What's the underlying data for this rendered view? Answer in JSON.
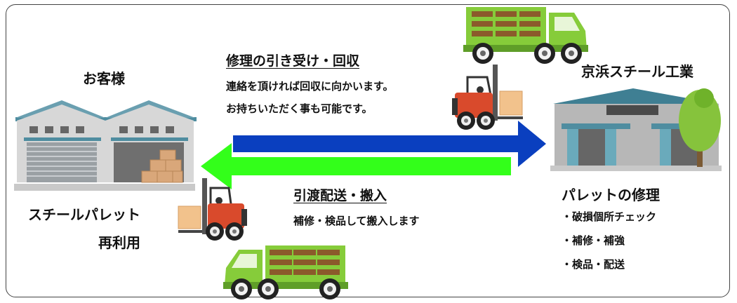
{
  "customer": {
    "title": "お客様",
    "reuse_line1": "スチールパレット",
    "reuse_line2": "再利用"
  },
  "factory": {
    "title": "京浜スチール工業"
  },
  "pickup": {
    "heading": "修理の引き受け・回収",
    "line1": "連絡を頂ければ回収に向かいます。",
    "line2": "お持ちいただく事も可能です。"
  },
  "delivery": {
    "heading": "引渡配送・搬入",
    "line1": "補修・検品して搬入します"
  },
  "repair": {
    "heading": "パレットの修理",
    "items": [
      "・破損個所チェック",
      "・補修・補強",
      "・検品・配送"
    ]
  },
  "colors": {
    "arrow_to_factory": "#0a3fbf",
    "arrow_to_customer": "#33ff1a",
    "truck_body": "#86cc3a",
    "forklift": "#d94a2c",
    "warehouse_roof": "#4f8da0",
    "factory_wall": "#b7b7b7"
  }
}
